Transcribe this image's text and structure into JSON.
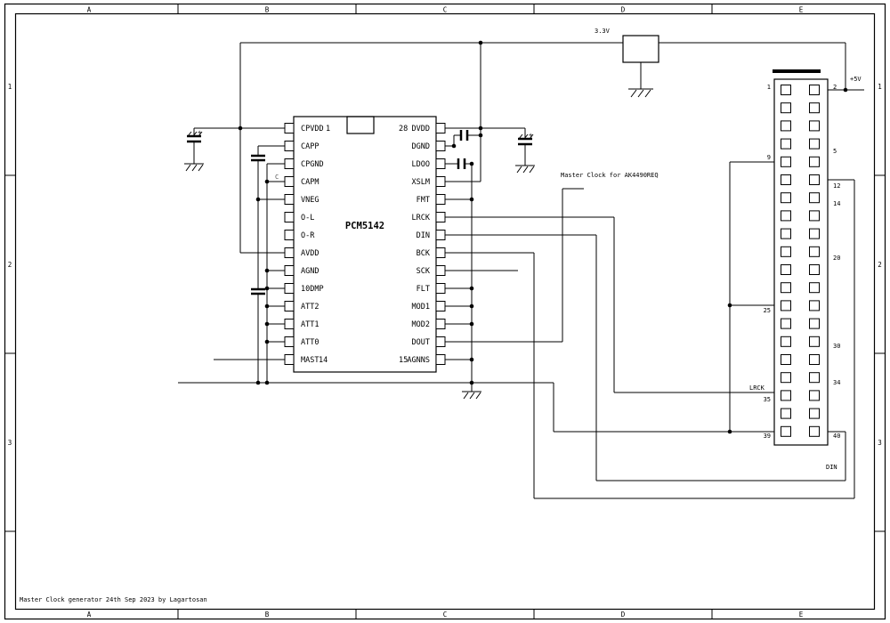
{
  "sheet": {
    "columns": [
      "A",
      "B",
      "C",
      "D",
      "E"
    ],
    "rows": [
      "1",
      "2",
      "3"
    ],
    "title": "Master Clock generator 24th Sep 2023 by Lagartosan"
  },
  "ic": {
    "name": "PCM5142",
    "left_pins": [
      "CPVDD",
      "CAPP",
      "CPGND",
      "CAPM",
      "VNEG",
      "O-L",
      "O-R",
      "AVDD",
      "AGND",
      "10DMP",
      "ATT2",
      "ATT1",
      "ATT0",
      "MAST"
    ],
    "right_pins": [
      "DVDD",
      "DGND",
      "LDOO",
      "XSLM",
      "FMT",
      "LRCK",
      "DIN",
      "BCK",
      "SCK",
      "FLT",
      "MOD1",
      "MOD2",
      "DOUT",
      "AGNNS"
    ],
    "pin_number_top_left": "1",
    "pin_number_top_right": "28",
    "pin_number_bottom_left": "14",
    "pin_number_bottom_right": "15"
  },
  "regulator": {
    "label": "3.3V"
  },
  "net_labels": {
    "plus5v": "+5V",
    "master_clock_note": "Master Clock for AK4490REQ",
    "lrck": "LRCK",
    "din": "DIN",
    "cap_ref": "C"
  },
  "connector": {
    "pin_numbers": [
      "1",
      "2",
      "5",
      "9",
      "12",
      "14",
      "20",
      "25",
      "30",
      "34",
      "35",
      "39",
      "40"
    ]
  }
}
